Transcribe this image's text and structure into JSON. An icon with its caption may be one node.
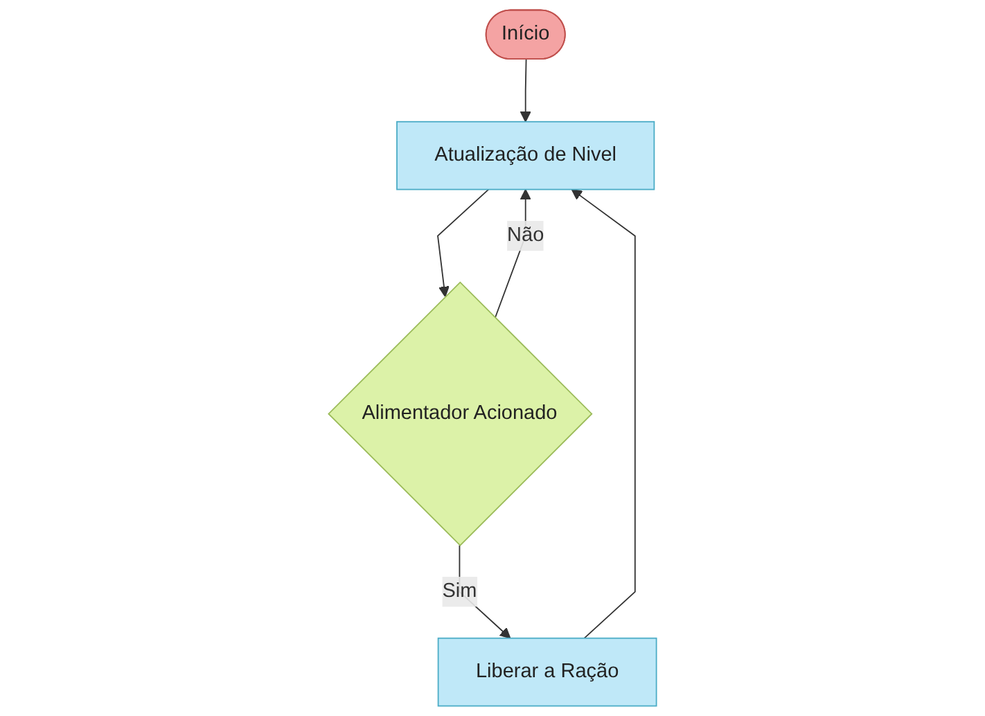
{
  "diagram": {
    "nodes": [
      {
        "text": [
          "Início"
        ]
      },
      {
        "text": [
          "Atualização de Nivel"
        ]
      },
      {
        "text": [
          "Alimentador Acionado"
        ]
      },
      {
        "text": [
          "Liberar a Ração"
        ]
      }
    ],
    "edges": [
      {
        "from": 0,
        "to": 1,
        "arrow": "to"
      },
      {
        "from": 1,
        "to": 2,
        "arrow": "to"
      },
      {
        "from": 2,
        "to": 1,
        "arrow": "to",
        "label": "Não"
      },
      {
        "from": 2,
        "to": 3,
        "arrow": "to",
        "label": "Sim"
      },
      {
        "from": 3,
        "to": 1,
        "arrow": "to"
      }
    ]
  }
}
